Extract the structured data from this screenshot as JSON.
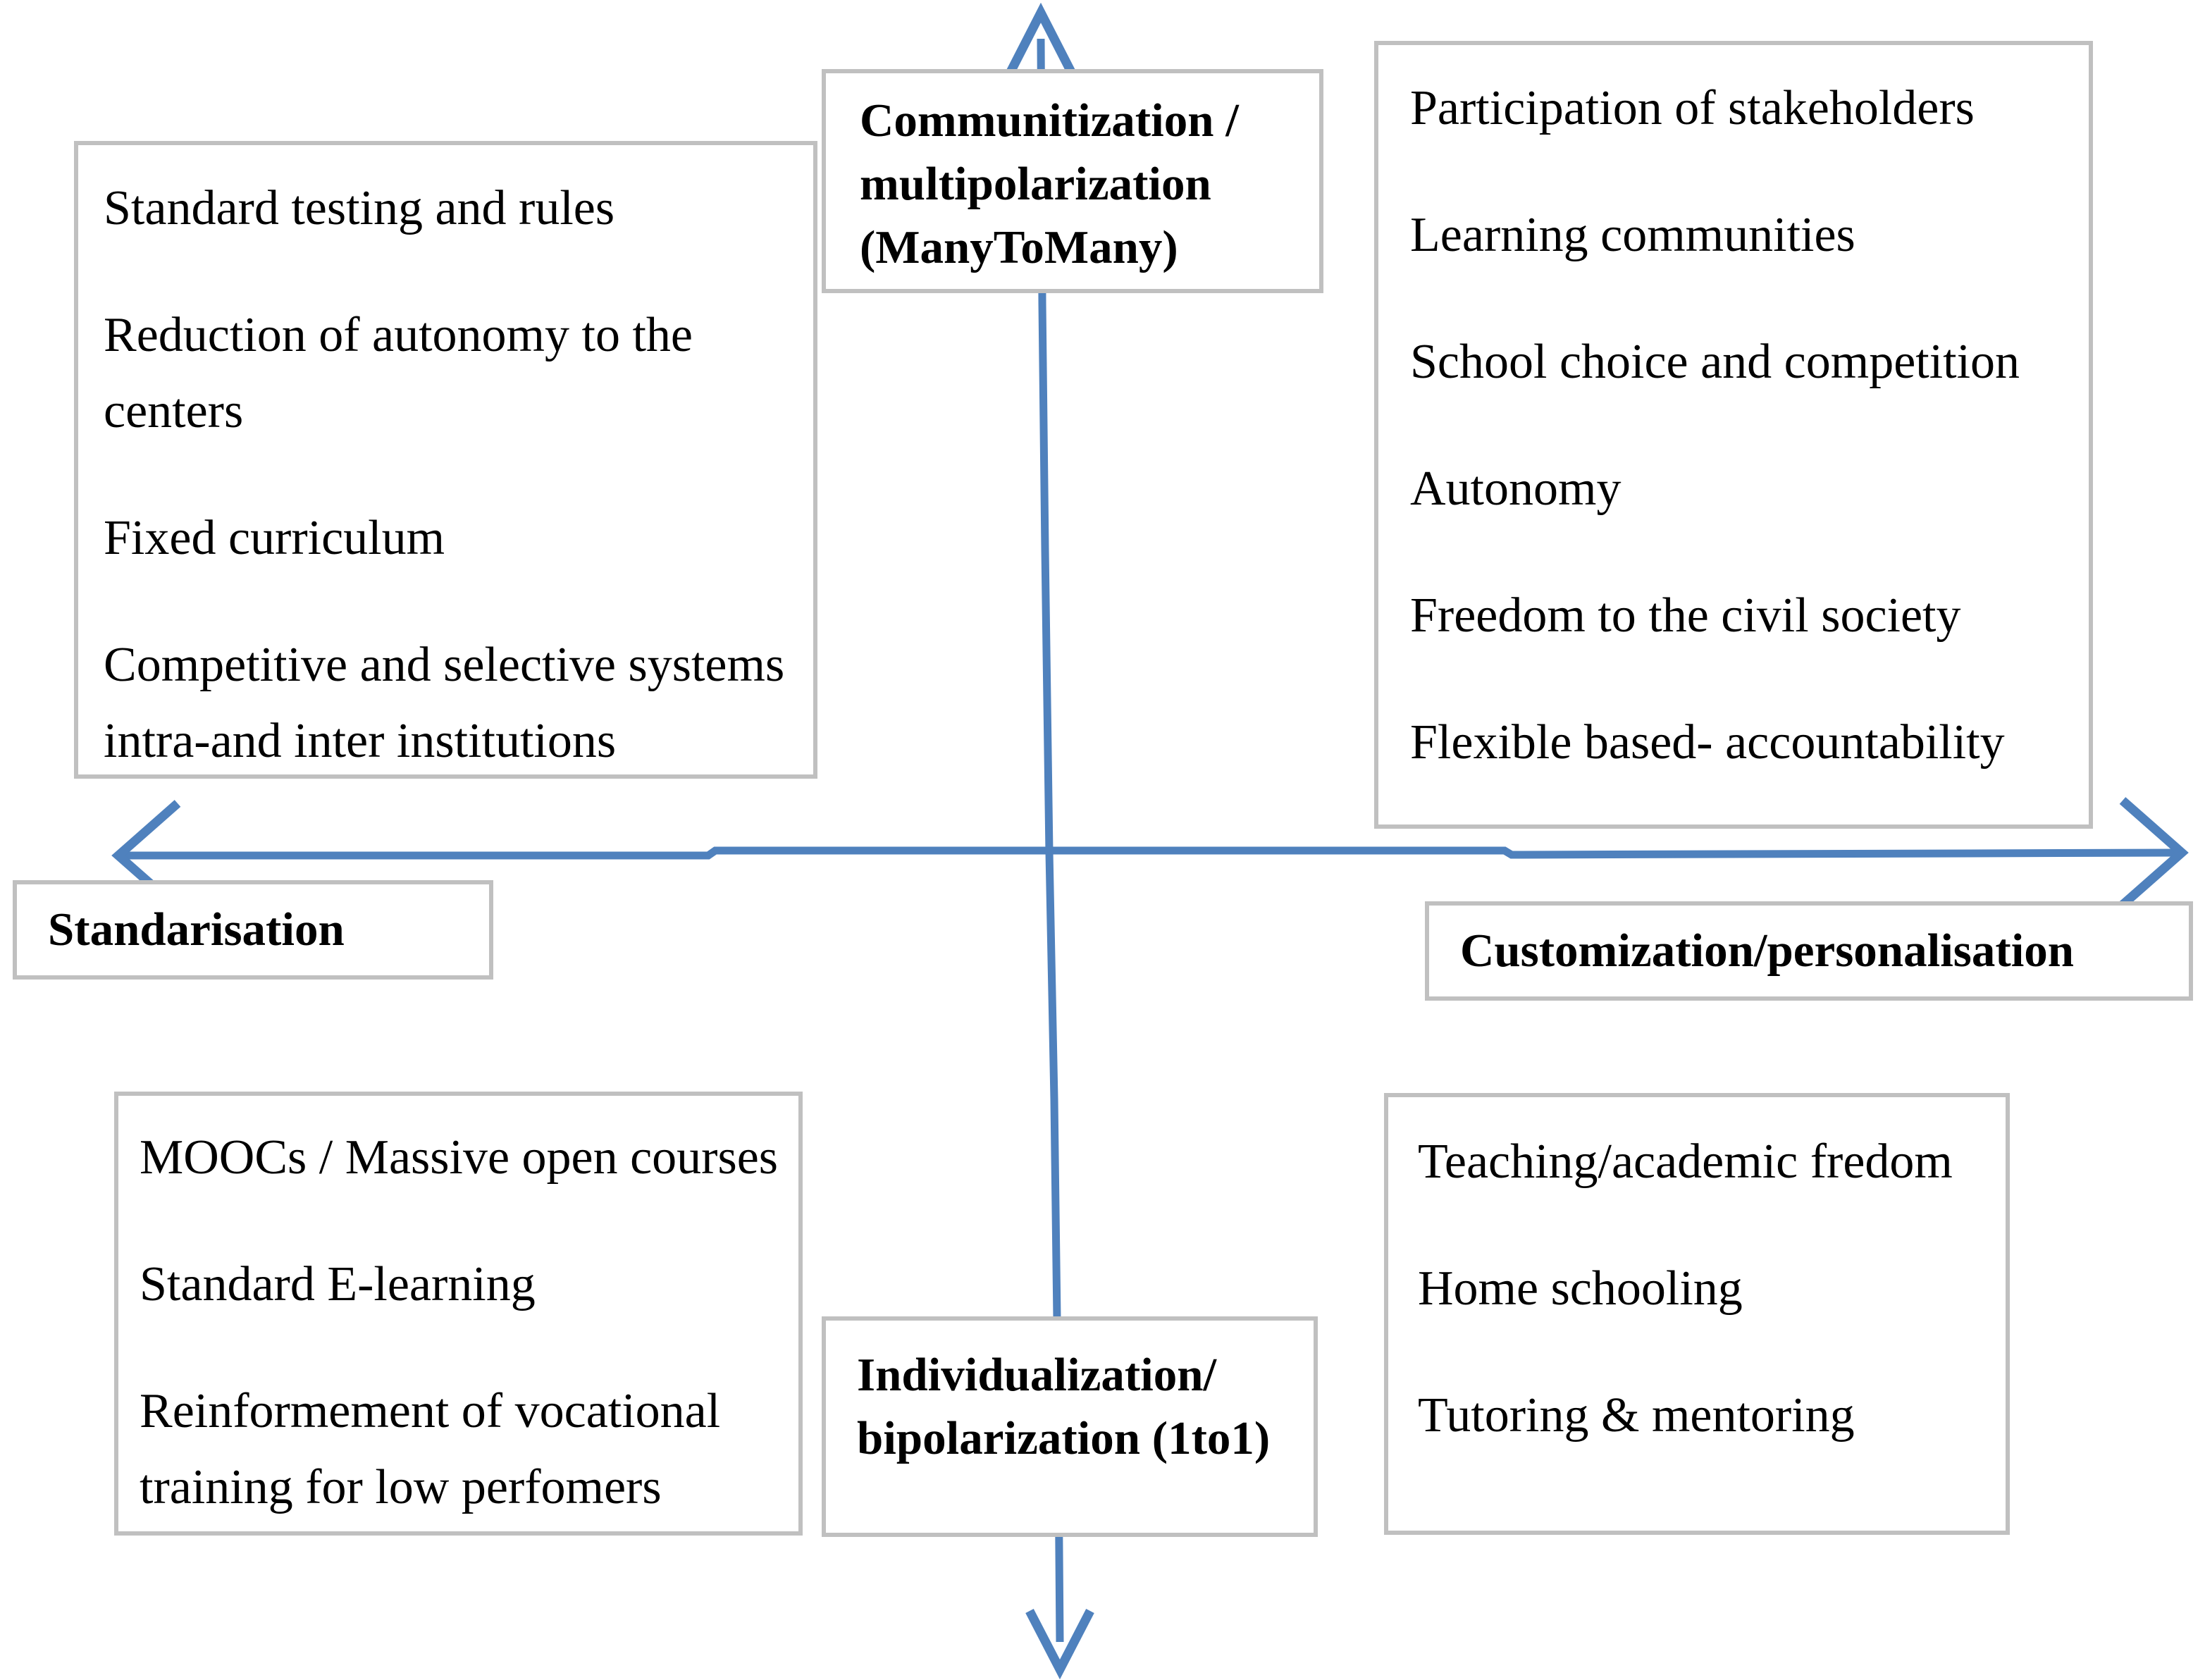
{
  "colors": {
    "axis_blue": "#4f81bd",
    "box_border_gray": "#c0c0c0",
    "text": "#000000",
    "background": "#ffffff"
  },
  "axis_labels": {
    "top": {
      "lines": [
        "Communitization /",
        "multipolarization",
        "(ManyToMany)"
      ]
    },
    "bottom": {
      "lines": [
        "Individualization/",
        "bipolarization (1to1)"
      ]
    },
    "left": {
      "label": "Standarisation"
    },
    "right": {
      "label": "Customization/personalisation"
    }
  },
  "quadrants": {
    "top_left": {
      "items": [
        "Standard testing and rules",
        "Reduction of autonomy to the centers",
        "Fixed curriculum",
        "Competitive and selective systems intra-and inter institutions"
      ]
    },
    "top_right": {
      "items": [
        "Participation of stakeholders",
        "Learning communities",
        "School choice and competition",
        "Autonomy",
        "Freedom to the civil society",
        "Flexible based- accountability"
      ]
    },
    "bottom_left": {
      "items": [
        "MOOCs / Massive open courses",
        "Standard E-learning",
        "Reinformement of vocational training for low perfomers"
      ]
    },
    "bottom_right": {
      "items": [
        "Teaching/academic fredom",
        "Home schooling",
        "Tutoring & mentoring"
      ]
    }
  }
}
